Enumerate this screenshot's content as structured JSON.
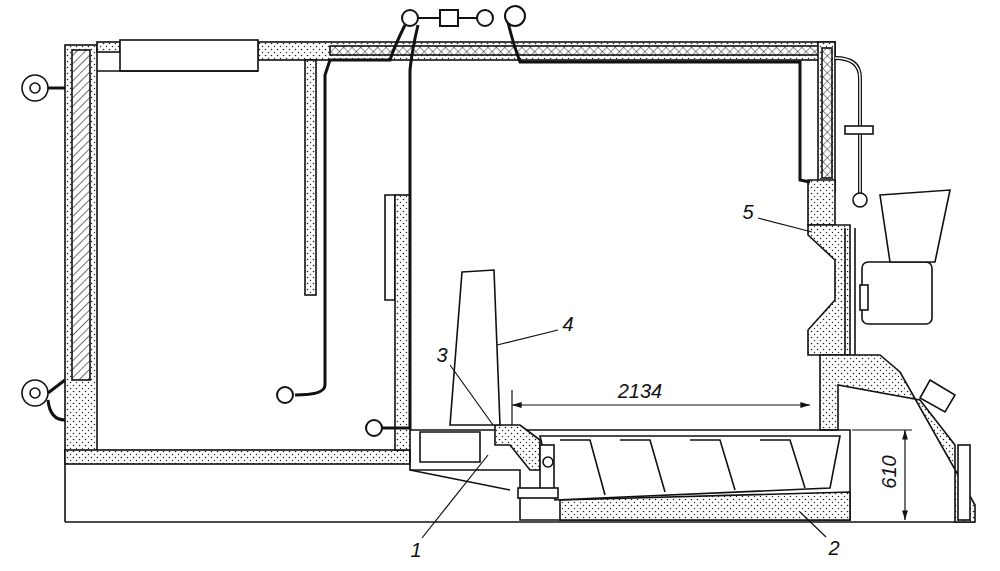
{
  "diagram": {
    "labels": [
      "2134",
      "610",
      "5",
      "4",
      "3",
      "1",
      "2"
    ]
  }
}
